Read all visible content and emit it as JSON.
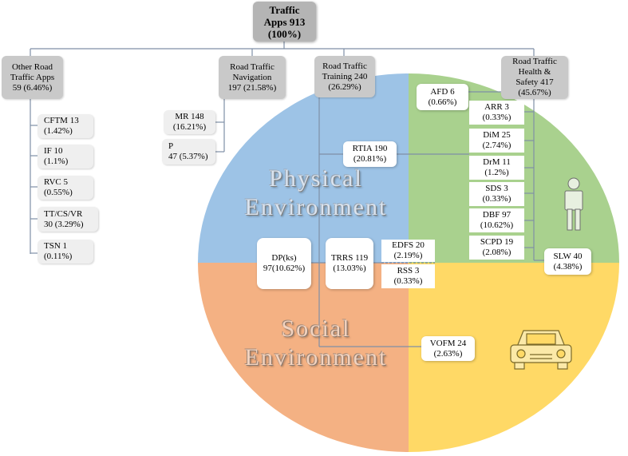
{
  "root": {
    "line1": "Traffic",
    "line2": "Apps 913",
    "line3": "(100%)"
  },
  "categories": {
    "other": {
      "line1": "Other Road",
      "line2": "Traffic Apps",
      "line3": "59 (6.46%)"
    },
    "navigation": {
      "line1": "Road Traffic",
      "line2": "Navigation",
      "line3": "197 (21.58%)"
    },
    "training": {
      "line1": "Road Traffic",
      "line2": "Training 240",
      "line3": "(26.29%)"
    },
    "health": {
      "line1": "Road Traffic",
      "line2": "Health &",
      "line3": "Safety 417",
      "line4": "(45.67%)"
    }
  },
  "other_items": [
    {
      "name": "CFTM 13",
      "pct": "(1.42%)"
    },
    {
      "name": "IF 10",
      "pct": "(1.1%)"
    },
    {
      "name": "RVC 5",
      "pct": "(0.55%)"
    },
    {
      "name": "TT/CS/VR",
      "pct": "30 (3.29%)"
    },
    {
      "name": "TSN 1",
      "pct": "(0.11%)"
    }
  ],
  "navigation_items": [
    {
      "name": "MR 148",
      "pct": "(16.21%)"
    },
    {
      "name": "P",
      "pct": "47 (5.37%)"
    }
  ],
  "health_items": [
    {
      "name": "AFD 6",
      "pct": "(0.66%)"
    },
    {
      "name": "ARR 3",
      "pct": "(0.33%)"
    },
    {
      "name": "DiM 25",
      "pct": "(2.74%)"
    },
    {
      "name": "DrM 11",
      "pct": "(1.2%)"
    },
    {
      "name": "SDS 3",
      "pct": "(0.33%)"
    },
    {
      "name": "DBF 97",
      "pct": "(10.62%)"
    },
    {
      "name": "SCPD 19",
      "pct": "(2.08%)"
    },
    {
      "name": "SLW 40",
      "pct": "(4.38%)"
    },
    {
      "name": "VOFM 24",
      "pct": "(2.63%)"
    }
  ],
  "training_items": [
    {
      "name": "RTIA 190",
      "pct": "(20.81%)"
    },
    {
      "name": "TRRS 119",
      "pct": "(13.03%)"
    },
    {
      "name": "DP(ks)",
      "pct": "97(10.62%)"
    },
    {
      "name": "EDFS 20",
      "pct": "(2.19%)"
    },
    {
      "name": "RSS 3",
      "pct": "(0.33%)"
    }
  ],
  "regions": {
    "physical": {
      "line1": "Physical",
      "line2": "Environment"
    },
    "social": {
      "line1": "Social",
      "line2": "Environment"
    }
  },
  "icons": [
    "person-icon",
    "car-icon"
  ],
  "colors": {
    "physical": "#9dc3e6",
    "health_quadrant": "#a9d18e",
    "social": "#f4b183",
    "vehicle_quadrant": "#ffd966",
    "connector": "#7f8fa6"
  }
}
